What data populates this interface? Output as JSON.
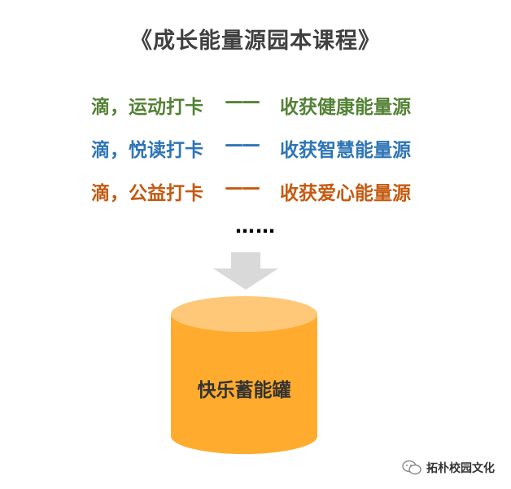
{
  "title": "《成长能量源园本课程》",
  "rows": [
    {
      "left": "滴，运动打卡",
      "dash": "——",
      "right": "收获健康能量源",
      "color": "#548235"
    },
    {
      "left": "滴，悦读打卡",
      "dash": "——",
      "right": "收获智慧能量源",
      "color": "#2e75b6"
    },
    {
      "left": "滴，公益打卡",
      "dash": "——",
      "right": "收获爱心能量源",
      "color": "#c55a11"
    }
  ],
  "ellipsis": "……",
  "jar": {
    "label": "快乐蓄能罐",
    "body_color": "#ffab2e",
    "top_color": "#ffc878"
  },
  "arrow": {
    "color": "#d9d9d9",
    "icon": "arrow-down-icon"
  },
  "watermark": {
    "text": "拓朴校园文化",
    "icon": "wechat-icon"
  }
}
